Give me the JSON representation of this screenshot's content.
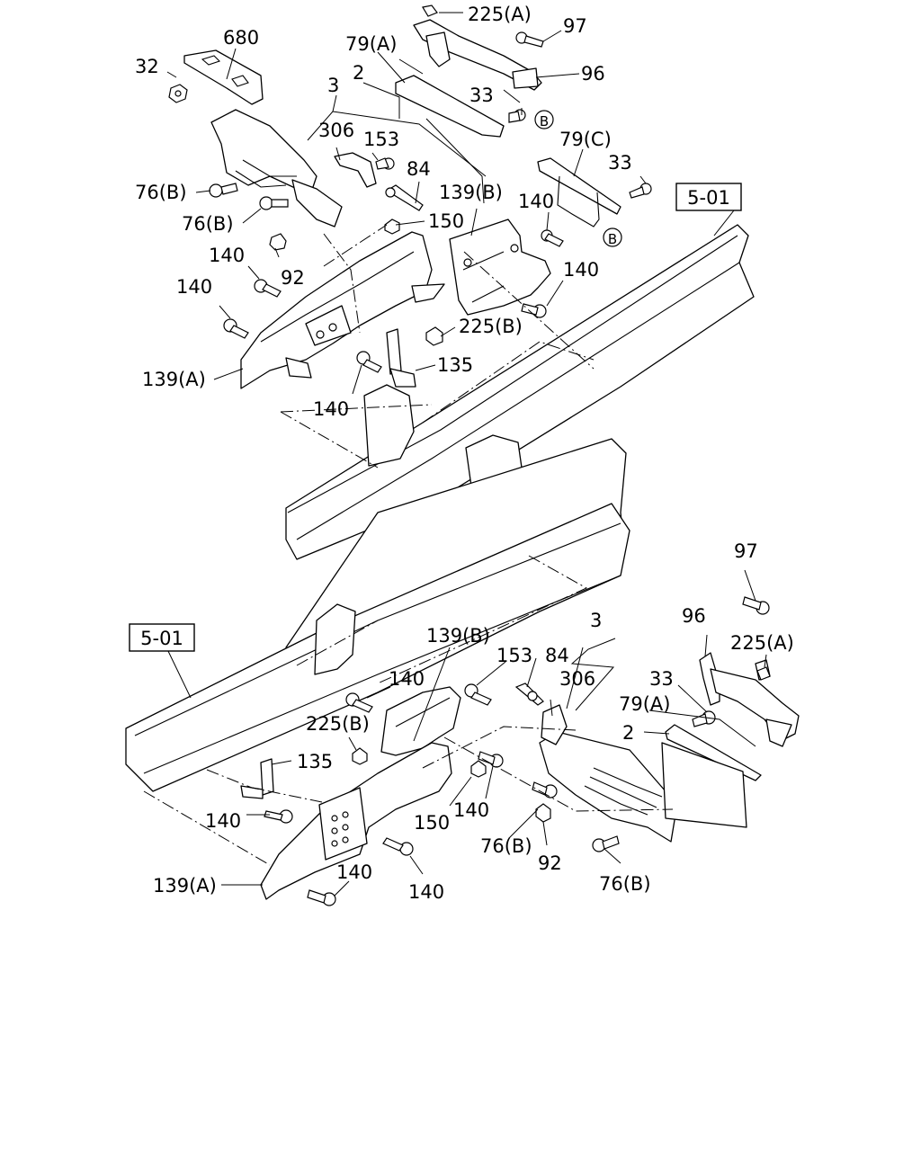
{
  "references": {
    "frame_upper": "5-01",
    "frame_lower": "5-01",
    "circle_b": "B"
  },
  "callouts": {
    "p225a": "225(A)",
    "p97": "97",
    "p96": "96",
    "p680": "680",
    "p79a": "79(A)",
    "p32": "32",
    "p2": "2",
    "p3": "3",
    "p33": "33",
    "p306": "306",
    "p153": "153",
    "p79c": "79(C)",
    "p84": "84",
    "p76b": "76(B)",
    "p139b": "139(B)",
    "p140": "140",
    "p150": "150",
    "p92": "92",
    "p225b": "225(B)",
    "p139a": "139(A)",
    "p135": "135"
  }
}
